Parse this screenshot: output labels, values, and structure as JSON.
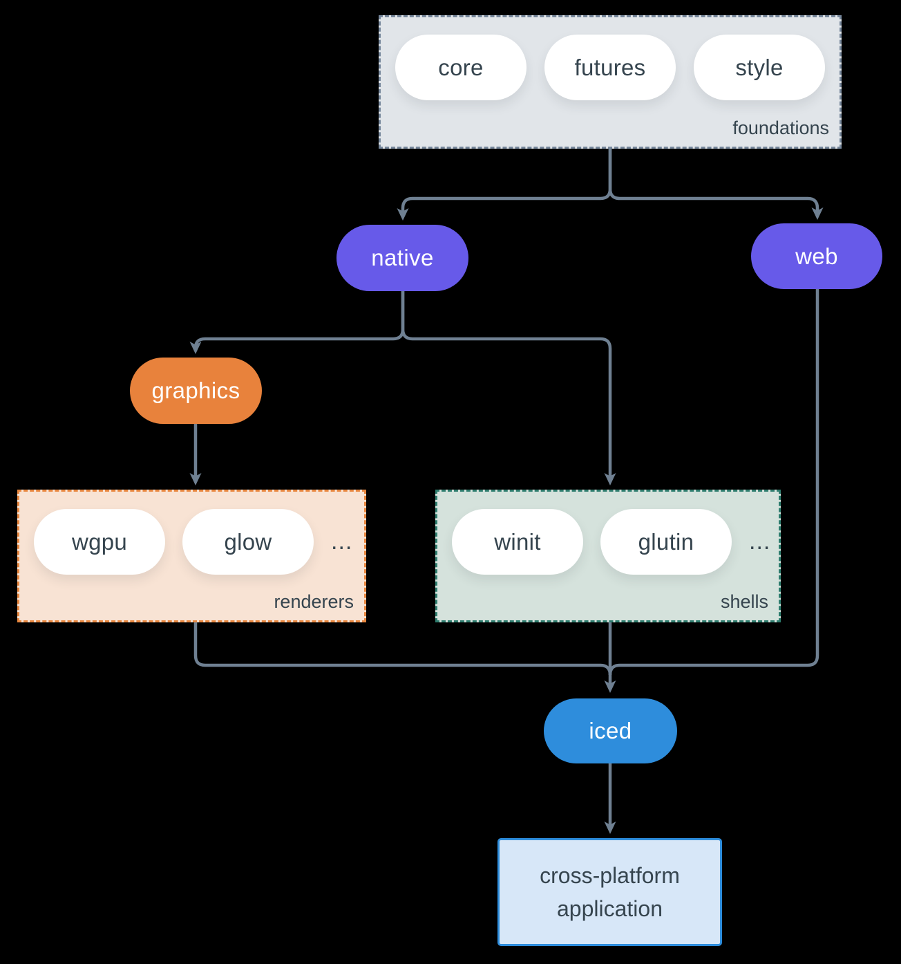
{
  "nodes": {
    "native": "native",
    "web": "web",
    "graphics": "graphics",
    "iced": "iced"
  },
  "groups": {
    "foundations": {
      "label": "foundations",
      "pills": [
        "core",
        "futures",
        "style"
      ]
    },
    "renderers": {
      "label": "renderers",
      "pills": [
        "wgpu",
        "glow"
      ],
      "ellipsis": "..."
    },
    "shells": {
      "label": "shells",
      "pills": [
        "winit",
        "glutin"
      ],
      "ellipsis": "..."
    }
  },
  "application": {
    "line1": "cross-platform",
    "line2": "application"
  },
  "edges": [
    "foundations -> native",
    "foundations -> web",
    "native -> graphics",
    "native -> shells",
    "graphics -> renderers",
    "renderers -> iced",
    "shells -> iced",
    "web -> iced",
    "iced -> cross-platform application"
  ],
  "colors": {
    "background": "#000000",
    "connector": "#6F8092",
    "purple_node": "#675AE9",
    "orange_node": "#E8823C",
    "blue_node": "#2E8DDC",
    "foundations_bg": "#E1E5E9",
    "foundations_border": "#76879B",
    "renderers_bg": "#F8E3D4",
    "renderers_border": "#E8873F",
    "shells_bg": "#D5E2DC",
    "shells_border": "#2E7D6E",
    "app_bg": "#D7E7F8",
    "app_border": "#2E8DDC",
    "pill_bg": "#FFFFFF",
    "text_dark": "#35444E",
    "text_light": "#FFFFFF"
  }
}
